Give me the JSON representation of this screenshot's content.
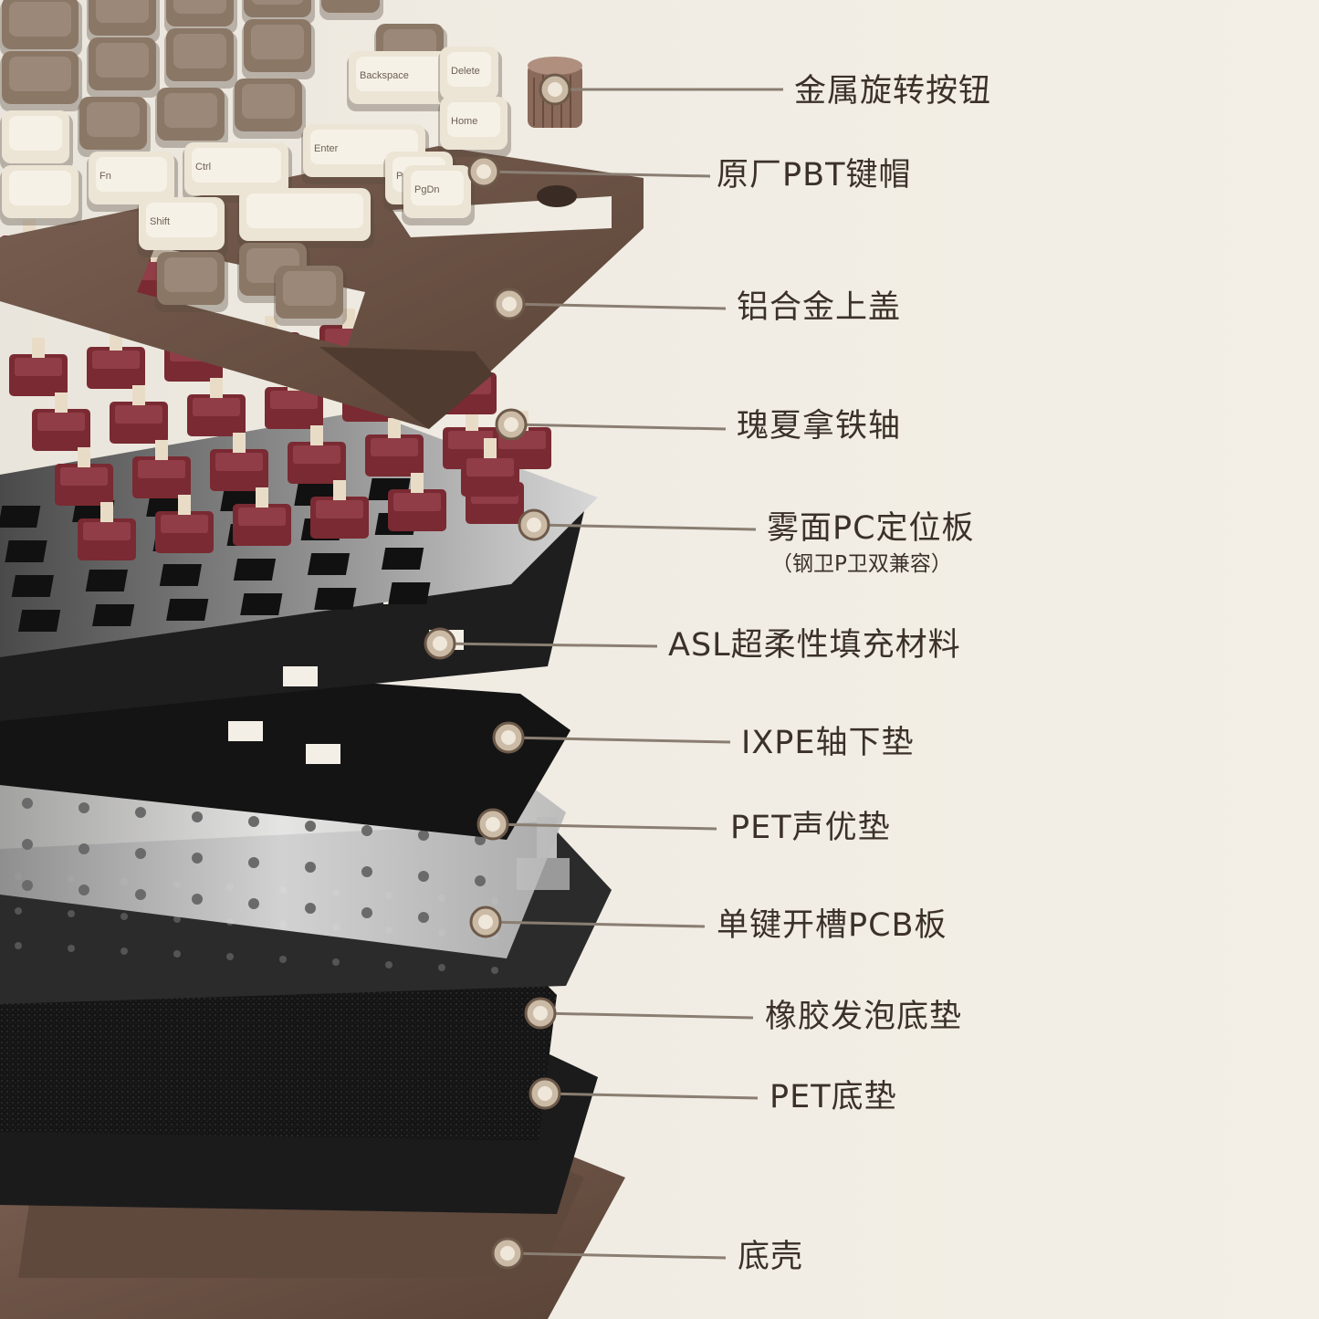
{
  "diagram": {
    "callouts": [
      {
        "label": "金属旋转按钮"
      },
      {
        "label": "原厂PBT键帽"
      },
      {
        "label": "铝合金上盖"
      },
      {
        "label": "瑰夏拿铁轴"
      },
      {
        "label": "雾面PC定位板",
        "sub": "（钢卫P卫双兼容）"
      },
      {
        "label": "ASL超柔性填充材料"
      },
      {
        "label": "IXPE轴下垫"
      },
      {
        "label": "PET声优垫"
      },
      {
        "label": "单键开槽PCB板"
      },
      {
        "label": "橡胶发泡底垫"
      },
      {
        "label": "PET底垫"
      },
      {
        "label": "底壳"
      }
    ],
    "keycap_legends": [
      "Backspace",
      "Delete",
      "Enter",
      "Home",
      "PgUp",
      "PgDn",
      "Shift",
      "Fn",
      "Ctrl"
    ],
    "colors": {
      "background": "#f1ede4",
      "label_text": "#3b3129",
      "case_brown": "#6e5547",
      "keycap_dark": "#8b7766",
      "keycap_light": "#ece5d6",
      "switch_red": "#7a2a32",
      "plate_black": "#1c1c1c"
    }
  }
}
